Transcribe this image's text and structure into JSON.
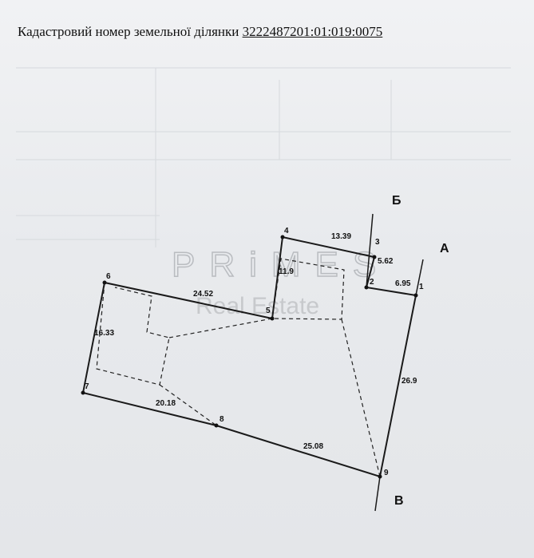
{
  "header": {
    "label": "Кадастровий номер земельної ділянки",
    "cadastral_number": "3222487201:01:019:0075"
  },
  "watermark": {
    "brand": "PRiMES",
    "tagline": "Real Estate"
  },
  "directions": {
    "north": "Б",
    "east": "А",
    "south": "В"
  },
  "points": [
    "1",
    "2",
    "3",
    "4",
    "5",
    "6",
    "7",
    "8",
    "9"
  ],
  "measurements": {
    "m_4_3": "13.39",
    "m_3_2": "5.62",
    "m_2_1": "6.95",
    "m_1_9": "26.9",
    "m_9_8": "25.08",
    "m_8_7": "20.18",
    "m_7_6": "16.33",
    "m_6_5": "24.52",
    "m_5_4": "11.9"
  }
}
